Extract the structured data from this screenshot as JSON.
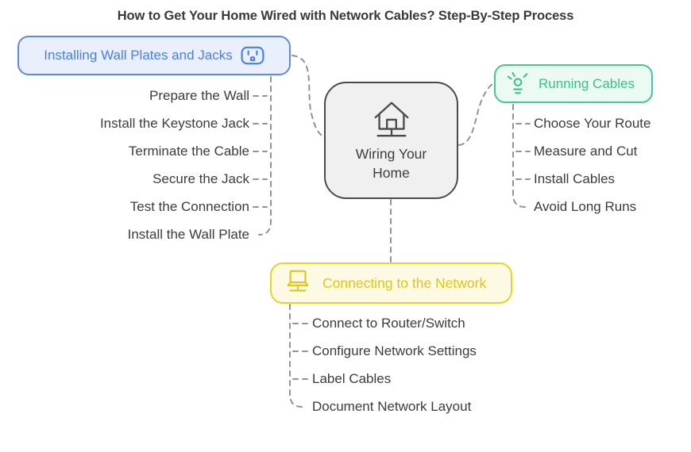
{
  "title": "How to Get Your Home Wired with Network Cables? Step-By-Step Process",
  "center": {
    "label": "Wiring Your Home",
    "icon": "house-network-icon",
    "fill": "#f0f0f0",
    "border": "#4a4a4a"
  },
  "branches": {
    "wall_plates": {
      "label": "Installing Wall Plates and Jacks",
      "icon": "outlet-icon",
      "color": "#4a80e2",
      "fill": "#e9effc",
      "items": [
        "Prepare the Wall",
        "Install the Keystone Jack",
        "Terminate the Cable",
        "Secure the Jack",
        "Test the Connection",
        "Install the Wall Plate"
      ]
    },
    "running_cables": {
      "label": "Running Cables",
      "icon": "signal-sparkle-icon",
      "color": "#3cc287",
      "fill": "#ebfaf2",
      "items": [
        "Choose Your Route",
        "Measure and Cut",
        "Install Cables",
        "Avoid Long Runs"
      ]
    },
    "connecting_network": {
      "label": "Connecting to the Network",
      "icon": "laptop-network-icon",
      "color": "#ddc61d",
      "fill": "#fdfae3",
      "items": [
        "Connect to Router/Switch",
        "Configure Network Settings",
        "Label Cables",
        "Document Network Layout"
      ]
    }
  },
  "connector_color": "#939393"
}
